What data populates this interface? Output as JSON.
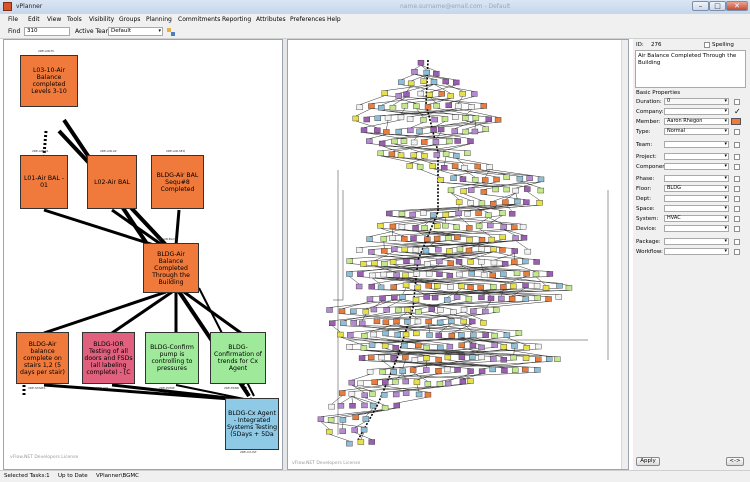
{
  "window": {
    "title": "vPlanner",
    "blurred_text": "name.surname@email.com - Default",
    "btn_min": "–",
    "btn_max": "□",
    "btn_close": "✕"
  },
  "menu": [
    "File",
    "Edit",
    "View",
    "Tools",
    "Visibility",
    "Groups",
    "Planning",
    "Commitments",
    "Reporting",
    "Attributes",
    "Preferences",
    "Help"
  ],
  "toolbar": {
    "find_label": "Find",
    "find_value": "310",
    "team_label": "Active Team:",
    "team_value": "Default"
  },
  "left_nodes": [
    {
      "text": "L03-10-Air Balance completed Levels 3-10",
      "class": "orange",
      "tag": "2RE-AIR-TC"
    },
    {
      "text": "L01-Air BAL - 01",
      "class": "orange",
      "tag": "2RE-AIR-01"
    },
    {
      "text": "L02-Air BAL",
      "class": "orange",
      "tag": "2RE-AIR-02"
    },
    {
      "text": "BLDG-Air BAL Sequ#8 Completed",
      "class": "orange",
      "tag": "2RE-AIR-SEQ"
    },
    {
      "text": "BLDG-Air Balance Completed Through the Building",
      "class": "orange",
      "tag": "2RE-AIR-BLDG"
    },
    {
      "text": "BLDG-Air balance complete on stairs 1,2 (5 days per stair)",
      "class": "orange",
      "tag": "2RE-STAIRS"
    },
    {
      "text": "BLDG-IOR Testing of all doors and FSDs (all labeling complete) - [C",
      "class": "pink",
      "tag": "2RE-IOR"
    },
    {
      "text": "BLDG-Confirm pump is controlling to pressures",
      "class": "green",
      "tag": "2RE-PUMP"
    },
    {
      "text": "BLDG-Confirmation of trends for Cx Agent",
      "class": "green",
      "tag": "2RE-TRND"
    },
    {
      "text": "BLDG-Cx Agent - Integrated Systems Testing (5Days + 5Da",
      "class": "blue",
      "tag": "2RE-CX-IST"
    }
  ],
  "left_watermark": "vFlow.NET Developers License",
  "right_watermark": "vFlow.NET Developers License",
  "props": {
    "id_label": "ID:",
    "id_value": "276",
    "spelling_label": "Spelling",
    "task_text": "Air Balance Completed Through the Building",
    "section": "Basic Properties",
    "duration_label": "Duration:",
    "duration_value": "0",
    "company_label": "Company:",
    "company_value": "",
    "member_label": "Member:",
    "member_value": "Aaron Rhegon",
    "type_label": "Type:",
    "type_value": "Normal",
    "team_label": "Team:",
    "project_label": "Project:",
    "component_label": "Component:",
    "phase_label": "Phase:",
    "floor_label": "Floor:",
    "floor_value": "BLDG",
    "dept_label": "Dept:",
    "space_label": "Space:",
    "system_label": "System:",
    "system_value": "HVAC",
    "device_label": "Device:",
    "package_label": "Package:",
    "workflow_label": "Workflow:",
    "apply_label": "Apply",
    "nav_label": "<->"
  },
  "status": {
    "selected": "Selected Tasks:1",
    "uptodate": "Up to Date",
    "user": "VPlanner\\BGMC"
  },
  "colors": {
    "orange": "#f07a3c",
    "pink": "#e0607e",
    "green": "#9fea9a",
    "blue": "#8ec9e6",
    "member_swatch": "#f07a3c"
  }
}
